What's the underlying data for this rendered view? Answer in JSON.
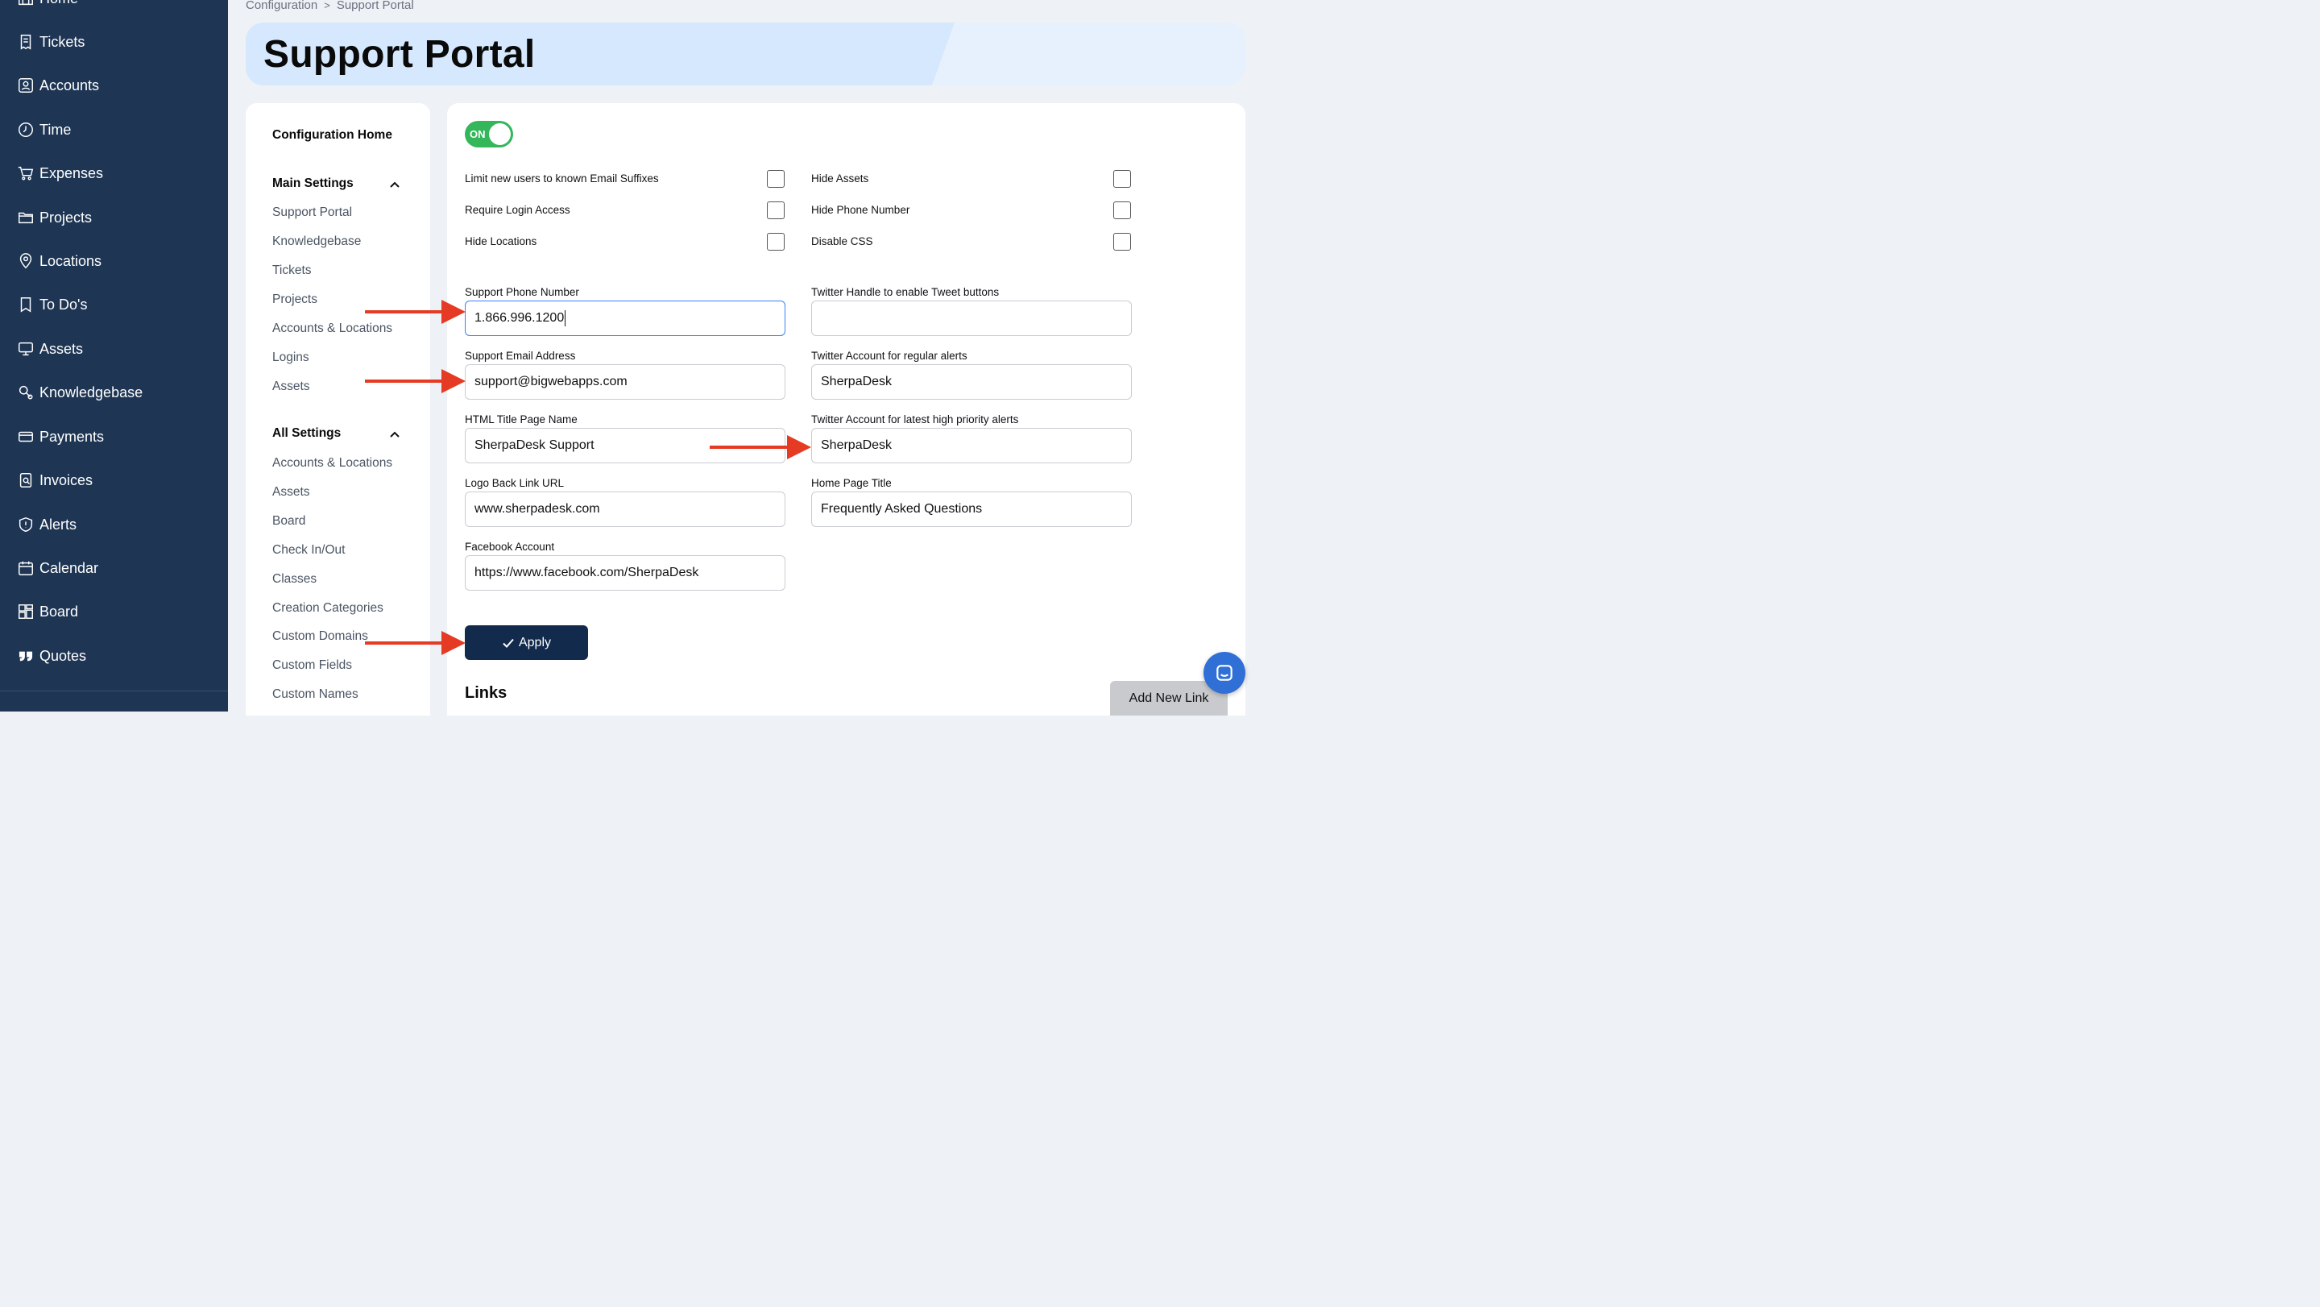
{
  "sidebar": {
    "items": [
      {
        "label": "Home",
        "icon": "home-icon"
      },
      {
        "label": "Tickets",
        "icon": "ticket-icon"
      },
      {
        "label": "Accounts",
        "icon": "account-icon"
      },
      {
        "label": "Time",
        "icon": "clock-icon"
      },
      {
        "label": "Expenses",
        "icon": "cart-icon"
      },
      {
        "label": "Projects",
        "icon": "folder-icon"
      },
      {
        "label": "Locations",
        "icon": "location-pin-icon"
      },
      {
        "label": "To Do's",
        "icon": "bookmark-icon"
      },
      {
        "label": "Assets",
        "icon": "monitor-icon"
      },
      {
        "label": "Knowledgebase",
        "icon": "knowledge-icon"
      },
      {
        "label": "Payments",
        "icon": "credit-card-icon"
      },
      {
        "label": "Invoices",
        "icon": "invoice-icon"
      },
      {
        "label": "Alerts",
        "icon": "shield-alert-icon"
      },
      {
        "label": "Calendar",
        "icon": "calendar-icon"
      },
      {
        "label": "Board",
        "icon": "board-icon"
      },
      {
        "label": "Quotes",
        "icon": "quote-icon"
      }
    ]
  },
  "breadcrumb": {
    "items": [
      "Configuration",
      "Support Portal"
    ],
    "separator": ">"
  },
  "page": {
    "title": "Support Portal"
  },
  "config_nav": {
    "home": "Configuration Home",
    "main_settings": {
      "heading": "Main Settings",
      "items": [
        "Support Portal",
        "Knowledgebase",
        "Tickets",
        "Projects",
        "Accounts & Locations",
        "Logins",
        "Assets"
      ]
    },
    "all_settings": {
      "heading": "All Settings",
      "items": [
        "Accounts & Locations",
        "Assets",
        "Board",
        "Check In/Out",
        "Classes",
        "Creation Categories",
        "Custom Domains",
        "Custom Fields",
        "Custom Names"
      ]
    }
  },
  "form": {
    "toggle": {
      "label": "ON",
      "on": true
    },
    "checkboxes": [
      {
        "label": "Limit new users to known Email Suffixes",
        "checked": false
      },
      {
        "label": "Hide Assets",
        "checked": false
      },
      {
        "label": "Require Login Access",
        "checked": false
      },
      {
        "label": "Hide Phone Number",
        "checked": false
      },
      {
        "label": "Hide Locations",
        "checked": false
      },
      {
        "label": "Disable CSS",
        "checked": false
      }
    ],
    "fields": {
      "support_phone": {
        "label": "Support Phone Number",
        "value": "1.866.996.1200"
      },
      "twitter_handle": {
        "label": "Twitter Handle to enable Tweet buttons",
        "value": ""
      },
      "support_email": {
        "label": "Support Email Address",
        "value": "support@bigwebapps.com"
      },
      "twitter_regular": {
        "label": "Twitter Account for regular alerts",
        "value": "SherpaDesk"
      },
      "html_title": {
        "label": "HTML Title Page Name",
        "value": "SherpaDesk Support"
      },
      "twitter_priority": {
        "label": "Twitter Account for latest high priority alerts",
        "value": "SherpaDesk"
      },
      "logo_back_link": {
        "label": "Logo Back Link URL",
        "value": "www.sherpadesk.com"
      },
      "home_page_title": {
        "label": "Home Page Title",
        "value": "Frequently Asked Questions"
      },
      "facebook": {
        "label": "Facebook Account",
        "value": "https://www.facebook.com/SherpaDesk"
      }
    },
    "apply_label": "Apply"
  },
  "links": {
    "title": "Links",
    "add_label": "Add New Link"
  },
  "colors": {
    "sidebar": "#1e3554",
    "accent": "#122a4c",
    "toggle_on": "#34b65a",
    "arrow": "#e53a23",
    "chat": "#2f6fd6"
  }
}
